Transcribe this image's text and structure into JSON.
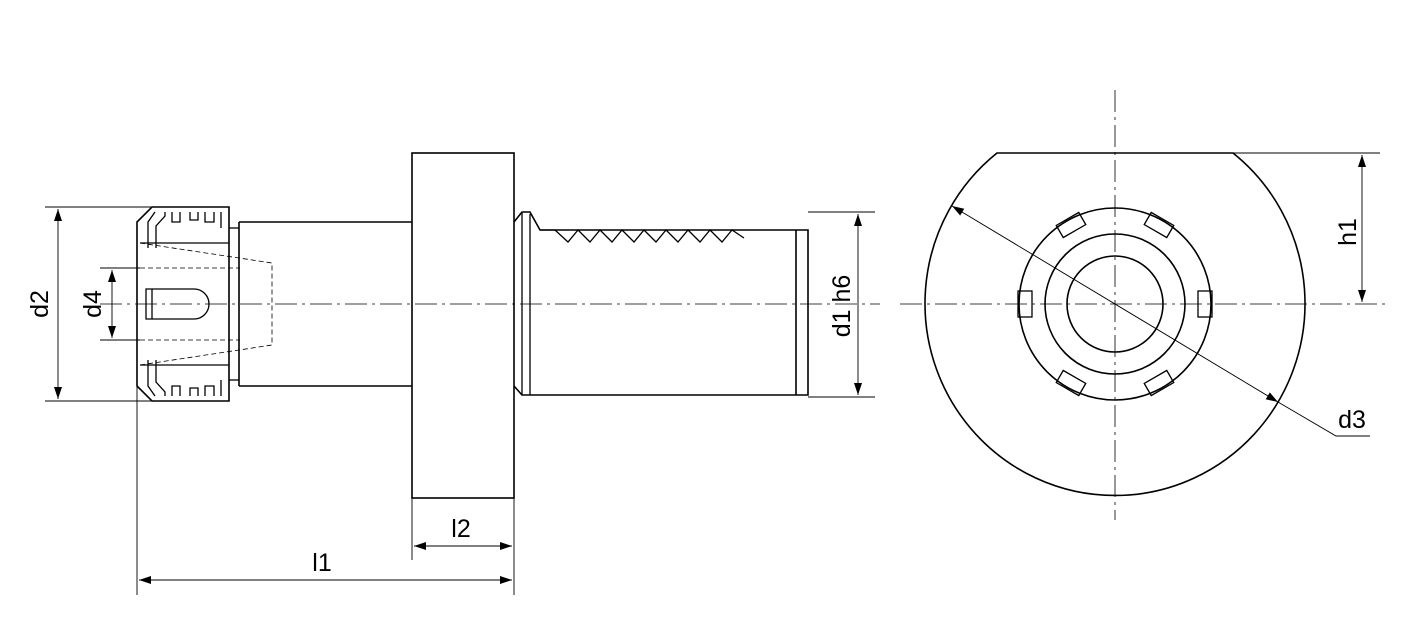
{
  "labels": {
    "d2": "d2",
    "d4": "d4",
    "d1": "d1 h6",
    "h1": "h1",
    "d3": "d3",
    "l1": "l1",
    "l2": "l2"
  },
  "colors": {
    "line": "#000000",
    "background": "#ffffff"
  }
}
